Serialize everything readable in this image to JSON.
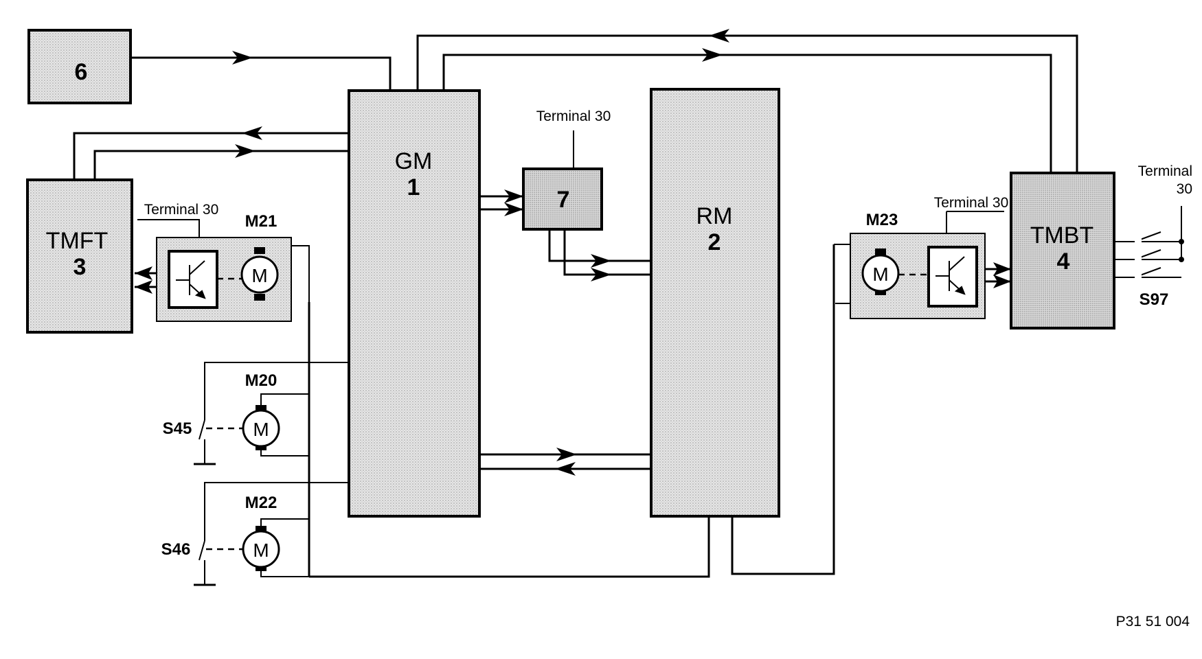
{
  "colors": {
    "line": "#000000",
    "box_fill": "#dedede",
    "box_fill_dark": "#cfcfcf",
    "background": "#ffffff"
  },
  "blocks": {
    "b6": {
      "number": "6"
    },
    "gm": {
      "name": "GM",
      "number": "1"
    },
    "b7": {
      "number": "7"
    },
    "rm": {
      "name": "RM",
      "number": "2"
    },
    "tmft": {
      "name": "TMFT",
      "number": "3"
    },
    "tmbt": {
      "name": "TMBT",
      "number": "4"
    }
  },
  "terminals": {
    "t7": "Terminal 30",
    "tmft": "Terminal 30",
    "tmbt": "Terminal 30",
    "s97_line1": "Terminal",
    "s97_line2": "30"
  },
  "motors": {
    "m21": "M21",
    "m20": "M20",
    "m22": "M22",
    "m23": "M23",
    "symbol": "M"
  },
  "switches": {
    "s45": "S45",
    "s46": "S46",
    "s97": "S97"
  },
  "figure_id": "P31 51 004"
}
